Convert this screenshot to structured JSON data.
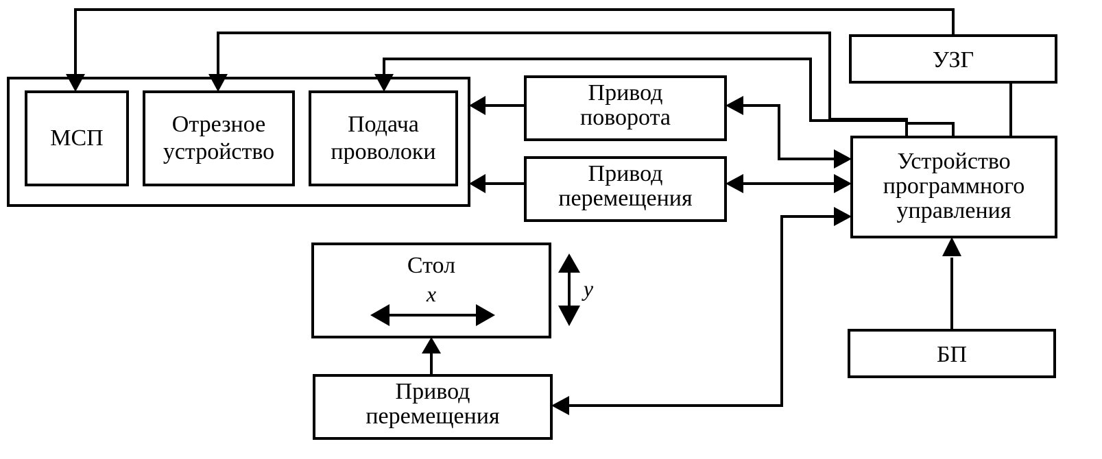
{
  "blocks": {
    "msp": {
      "lines": [
        "МСП"
      ]
    },
    "cutter": {
      "lines": [
        "Отрезное",
        "устройство"
      ]
    },
    "wire_feed": {
      "lines": [
        "Подача",
        "проволоки"
      ]
    },
    "rotation_drive": {
      "lines": [
        "Привод",
        "поворота"
      ]
    },
    "move_drive_upper": {
      "lines": [
        "Привод",
        "перемещения"
      ]
    },
    "uzg": {
      "lines": [
        "УЗГ"
      ]
    },
    "control_unit": {
      "lines": [
        "Устройство",
        "программного",
        "управления"
      ]
    },
    "table": {
      "lines": [
        "Стол"
      ]
    },
    "power_unit": {
      "lines": [
        "БП"
      ]
    },
    "move_drive_lower": {
      "lines": [
        "Привод",
        "перемещения"
      ]
    }
  },
  "axes": {
    "x": "x",
    "y": "y"
  }
}
